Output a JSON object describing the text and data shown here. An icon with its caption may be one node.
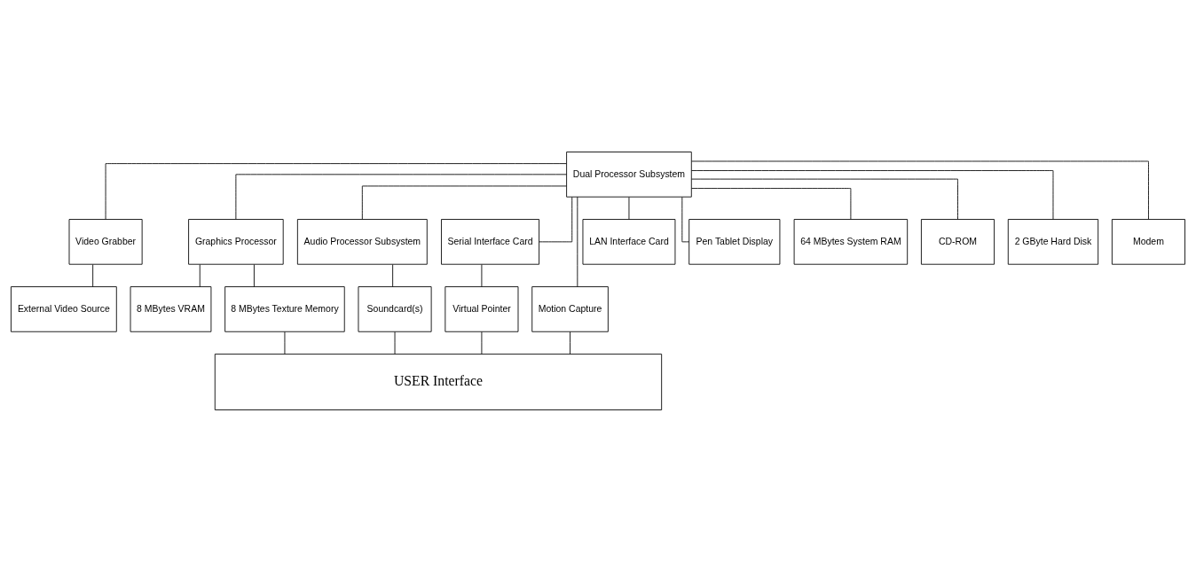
{
  "diagram": {
    "nodes": [
      {
        "text": [
          "Dual Processor Subsystem"
        ]
      },
      {
        "text": [
          "Video Grabber"
        ]
      },
      {
        "text": [
          "Graphics Processor"
        ]
      },
      {
        "text": [
          "Audio Processor Subsystem"
        ]
      },
      {
        "text": [
          "Serial Interface Card"
        ]
      },
      {
        "text": [
          "Motion Capture"
        ]
      },
      {
        "text": [
          "LAN Interface Card"
        ]
      },
      {
        "text": [
          "Pen Tablet Display"
        ]
      },
      {
        "text": [
          "External Video Source"
        ]
      },
      {
        "text": [
          "8 MBytes VRAM"
        ]
      },
      {
        "text": [
          "8 MBytes Texture Memory"
        ]
      },
      {
        "text": [
          "Soundcard(s)"
        ]
      },
      {
        "text": [
          "Virtual Pointer"
        ]
      },
      {
        "text": [
          "64 MBytes System RAM"
        ]
      },
      {
        "text": [
          "CD-ROM"
        ]
      },
      {
        "text": [
          "2 GByte Hard Disk"
        ]
      },
      {
        "text": [
          "Modem"
        ]
      },
      {
        "text": [
          "USER Interface"
        ]
      }
    ],
    "edges": [
      {
        "from": 0,
        "to": 1,
        "arrow": "none"
      },
      {
        "from": 0,
        "to": 2,
        "arrow": "none"
      },
      {
        "from": 0,
        "to": 3,
        "arrow": "none"
      },
      {
        "from": 0,
        "to": 4,
        "arrow": "none"
      },
      {
        "from": 0,
        "to": 5,
        "arrow": "none"
      },
      {
        "from": 0,
        "to": 6,
        "arrow": "none"
      },
      {
        "from": 0,
        "to": 13,
        "arrow": "none"
      },
      {
        "from": 0,
        "to": 14,
        "arrow": "none"
      },
      {
        "from": 0,
        "to": 15,
        "arrow": "none"
      },
      {
        "from": 0,
        "to": 16,
        "arrow": "none"
      },
      {
        "from": 0,
        "to": 7,
        "arrow": "none"
      },
      {
        "from": 1,
        "to": 8,
        "arrow": "none"
      },
      {
        "from": 2,
        "to": 9,
        "arrow": "none"
      },
      {
        "from": 2,
        "to": 10,
        "arrow": "none"
      },
      {
        "from": 3,
        "to": 11,
        "arrow": "none"
      },
      {
        "from": 4,
        "to": 12,
        "arrow": "none"
      },
      {
        "from": 10,
        "to": 17,
        "arrow": "none"
      },
      {
        "from": 11,
        "to": 17,
        "arrow": "none"
      },
      {
        "from": 12,
        "to": 17,
        "arrow": "none"
      },
      {
        "from": 5,
        "to": 17,
        "arrow": "none"
      }
    ]
  }
}
